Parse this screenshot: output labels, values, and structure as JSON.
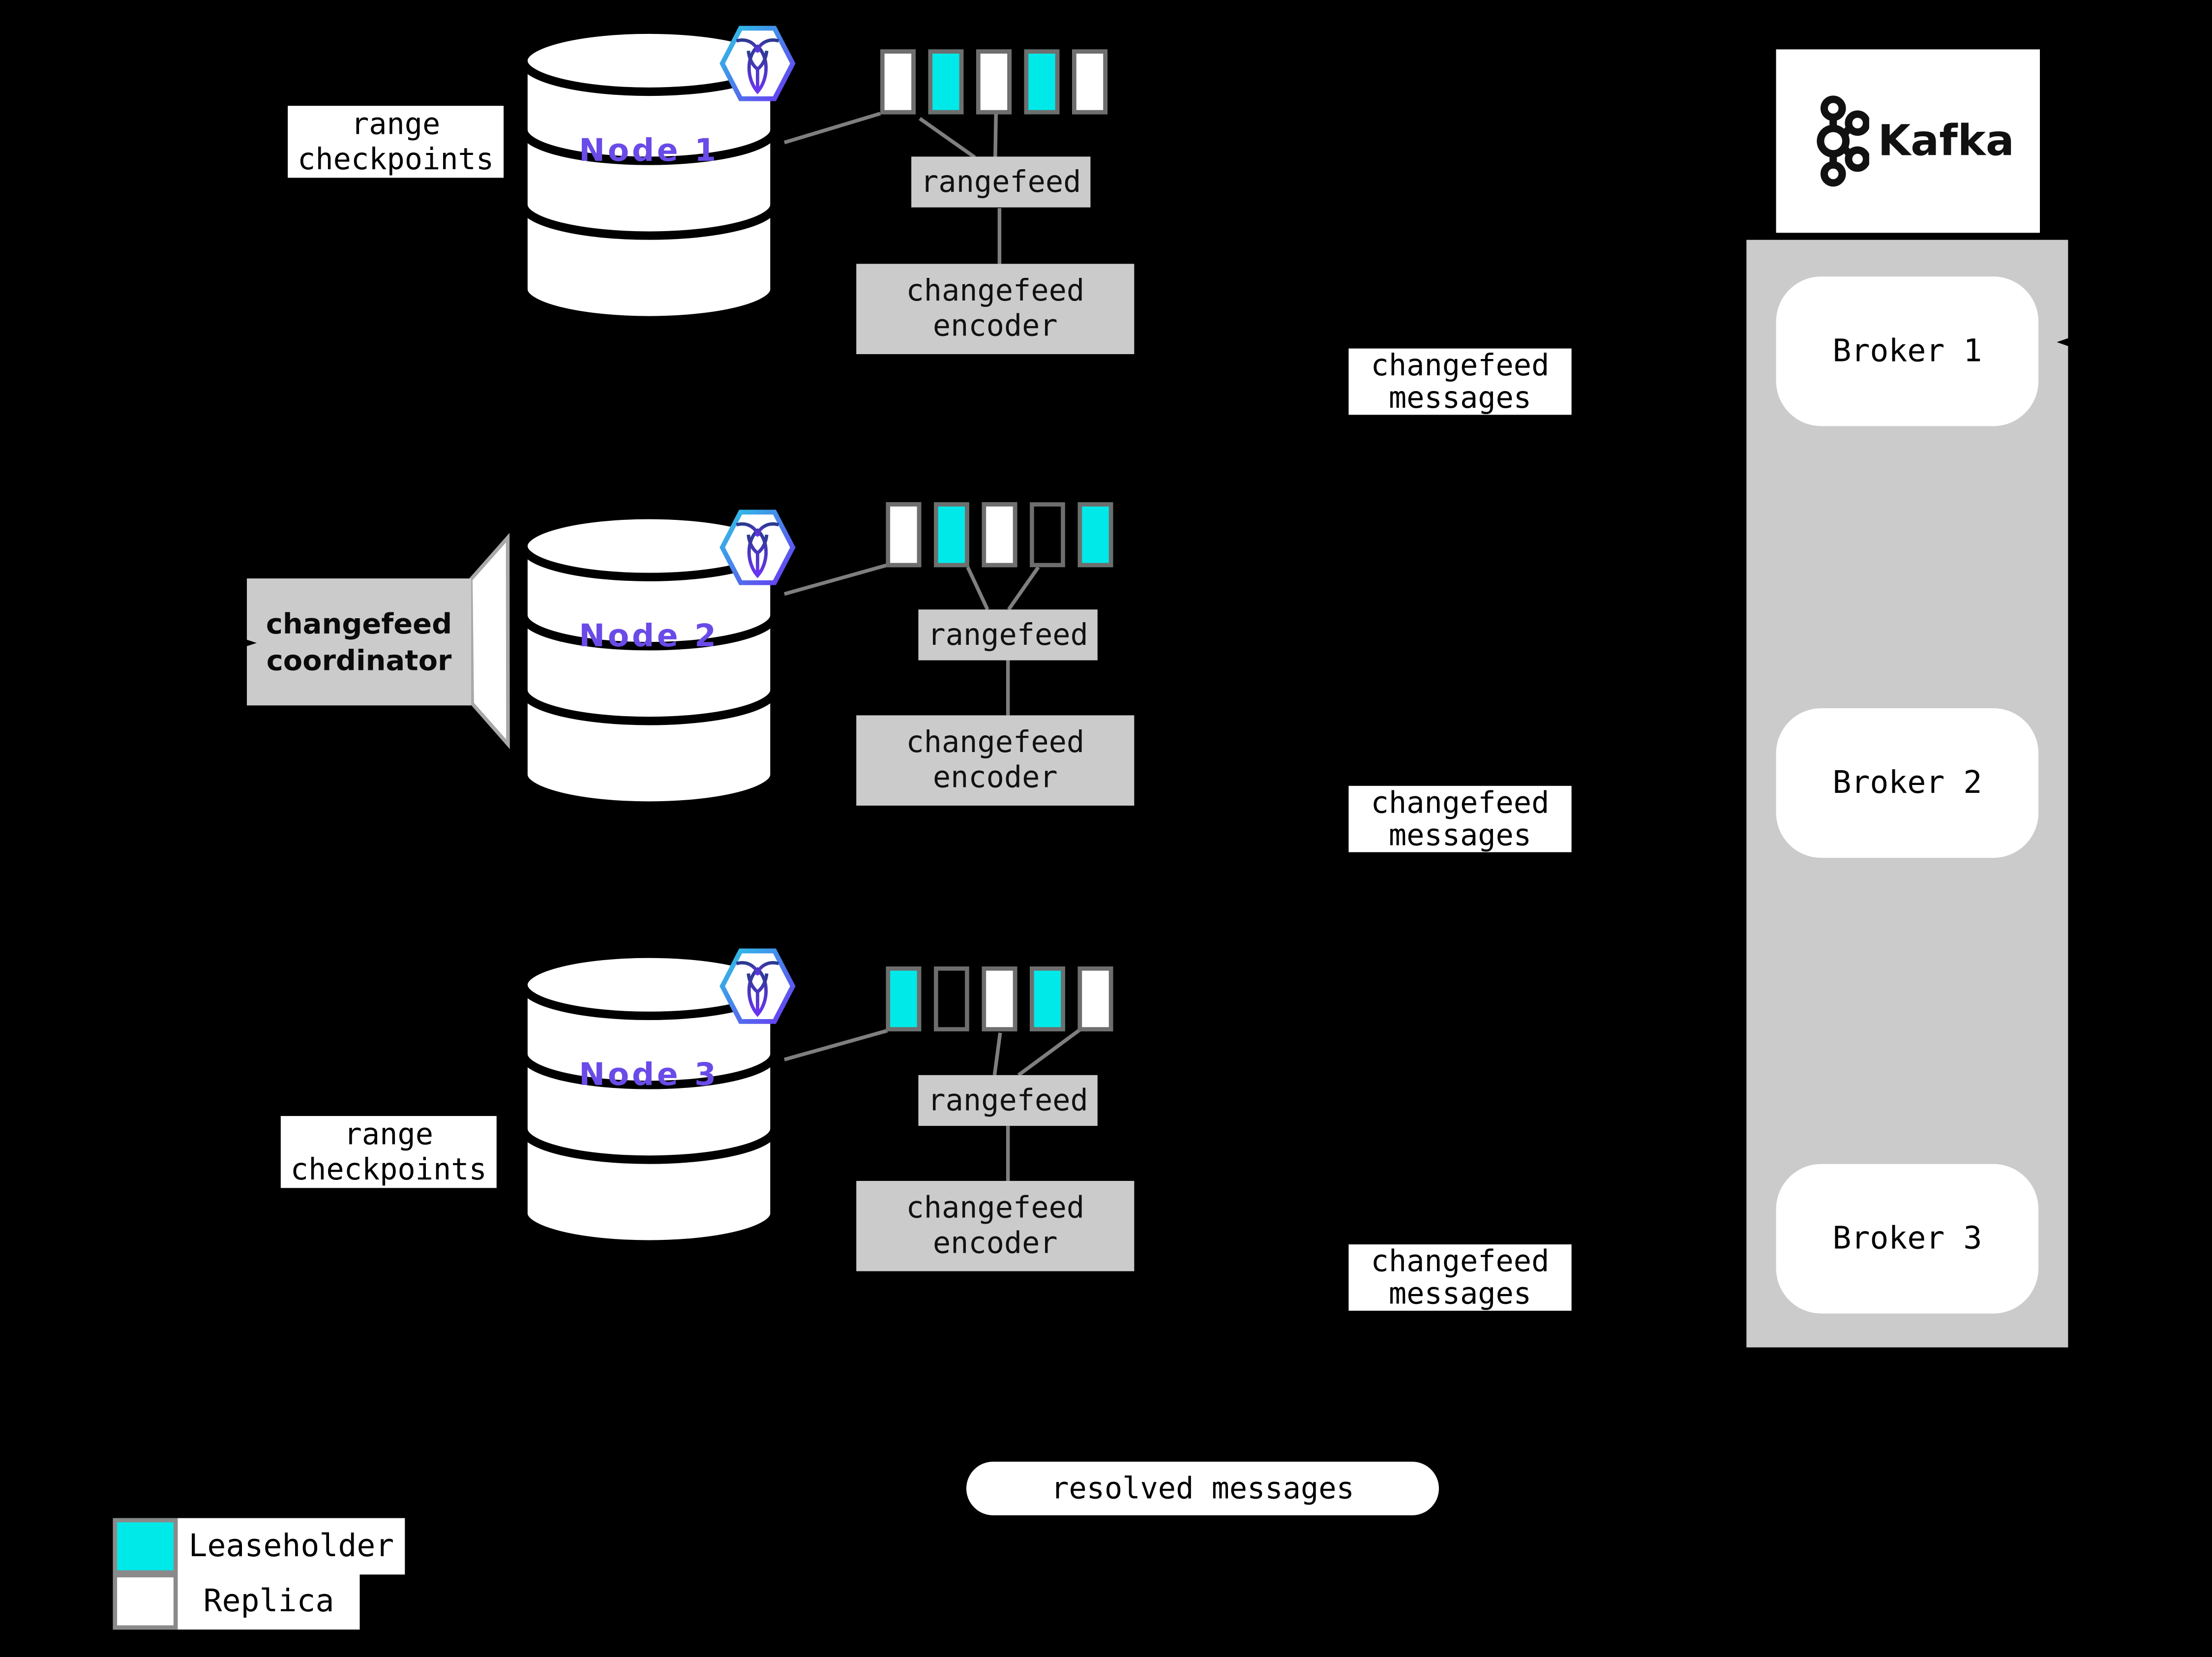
{
  "colors": {
    "background": "#000000",
    "leaseholder": "#00E9E9",
    "replica": "#FFFFFF",
    "node_label": "#6A4BE8",
    "box_gray": "#CBCBCB",
    "connector_gray": "#7F7F7F",
    "hex_gradient_start": "#2BC8E6",
    "hex_gradient_end": "#6A35F2"
  },
  "nodes": [
    {
      "label": "Node 1",
      "ranges": [
        "replica",
        "leaseholder",
        "replica",
        "leaseholder",
        "replica"
      ]
    },
    {
      "label": "Node 2",
      "ranges": [
        "replica",
        "leaseholder",
        "replica",
        "empty",
        "leaseholder"
      ]
    },
    {
      "label": "Node 3",
      "ranges": [
        "leaseholder",
        "empty",
        "replica",
        "leaseholder",
        "replica"
      ]
    }
  ],
  "labels": {
    "range_checkpoints_line1": "range",
    "range_checkpoints_line2": "checkpoints",
    "rangefeed": "rangefeed",
    "encoder_line1": "changefeed",
    "encoder_line2": "encoder",
    "messages_line1": "changefeed",
    "messages_line2": "messages",
    "coordinator_line1": "changefeed",
    "coordinator_line2": "coordinator",
    "resolved_messages": "resolved messages"
  },
  "kafka": {
    "title": "Kafka",
    "brokers": [
      {
        "label": "Broker 1"
      },
      {
        "label": "Broker 2"
      },
      {
        "label": "Broker 3"
      }
    ]
  },
  "legend": [
    {
      "type": "leaseholder",
      "label": "Leaseholder"
    },
    {
      "type": "replica",
      "label": "Replica"
    }
  ]
}
